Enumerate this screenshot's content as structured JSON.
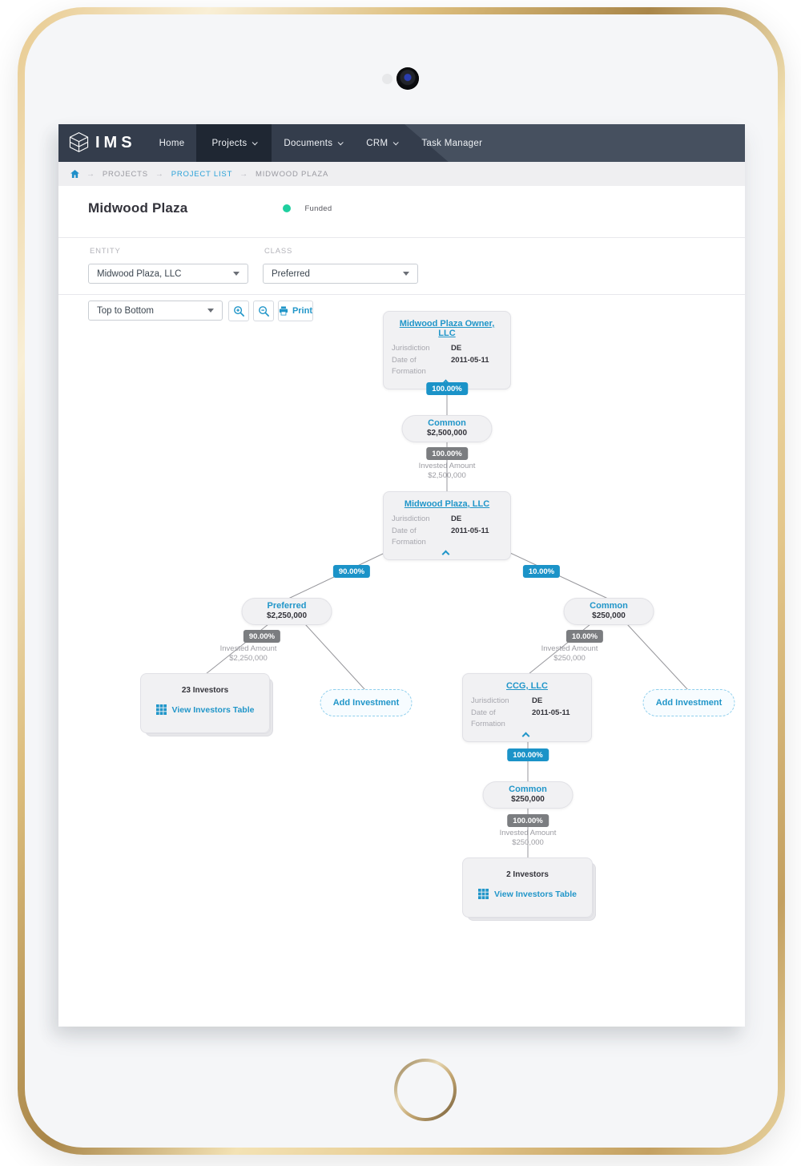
{
  "colors": {
    "accent_blue": "#2196c9",
    "navbar_dark": "#343d4c",
    "navbar_light": "#46505f",
    "nav_active": "#1f2733",
    "status_green": "#1fcf9f",
    "badge_blue": "#1b93c8",
    "badge_gray": "#7b7d80",
    "frame_gold": "#d9b875"
  },
  "icons": {
    "breadcrumb_separator": "→"
  },
  "navbar": {
    "brand": "IMS",
    "items": [
      {
        "label": "Home",
        "dropdown": false,
        "active": false
      },
      {
        "label": "Projects",
        "dropdown": true,
        "active": true
      },
      {
        "label": "Documents",
        "dropdown": true,
        "active": false
      },
      {
        "label": "CRM",
        "dropdown": true,
        "active": false
      },
      {
        "label": "Task Manager",
        "dropdown": false,
        "active": false
      }
    ]
  },
  "breadcrumb": {
    "items": [
      {
        "label": "PROJECTS",
        "link": false
      },
      {
        "label": "PROJECT LIST",
        "link": true
      },
      {
        "label": "MIDWOOD PLAZA",
        "link": false
      }
    ]
  },
  "page_header": {
    "title": "Midwood Plaza",
    "status": "Funded"
  },
  "filters": {
    "entity": {
      "label": "ENTITY",
      "value": "Midwood Plaza, LLC"
    },
    "class": {
      "label": "CLASS",
      "value": "Preferred"
    }
  },
  "toolbar": {
    "orientation_value": "Top to Bottom",
    "print_label": "Print"
  },
  "diagram": {
    "labels": {
      "jurisdiction": "Jurisdiction",
      "date_of_formation": "Date of Formation",
      "invested_amount": "Invested Amount",
      "view_investors_table": "View Investors Table",
      "add_investment": "Add Investment"
    },
    "root_entity": {
      "name": "Midwood Plaza Owner, LLC",
      "jurisdiction": "DE",
      "formation_date": "2011-05-11"
    },
    "mid_entity": {
      "name": "Midwood Plaza, LLC",
      "jurisdiction": "DE",
      "formation_date": "2011-05-11"
    },
    "ccg_entity": {
      "name": "CCG, LLC",
      "jurisdiction": "DE",
      "formation_date": "2011-05-11"
    },
    "edges": {
      "root_to_common_pct": "100.00%",
      "mid_to_preferred_pct": "90.00%",
      "mid_to_common_pct": "10.00%",
      "ccg_to_common_pct": "100.00%"
    },
    "common_top": {
      "name": "Common",
      "amount": "$2,500,000",
      "invested_pct": "100.00%",
      "invested_amount": "$2,500,000"
    },
    "preferred": {
      "name": "Preferred",
      "amount": "$2,250,000",
      "invested_pct": "90.00%",
      "invested_amount": "$2,250,000"
    },
    "common_right": {
      "name": "Common",
      "amount": "$250,000",
      "invested_pct": "10.00%",
      "invested_amount": "$250,000"
    },
    "common_ccg": {
      "name": "Common",
      "amount": "$250,000",
      "invested_pct": "100.00%",
      "invested_amount": "$250,000"
    },
    "investors_left": {
      "count": "23 Investors"
    },
    "investors_right": {
      "count": "2 Investors"
    }
  }
}
